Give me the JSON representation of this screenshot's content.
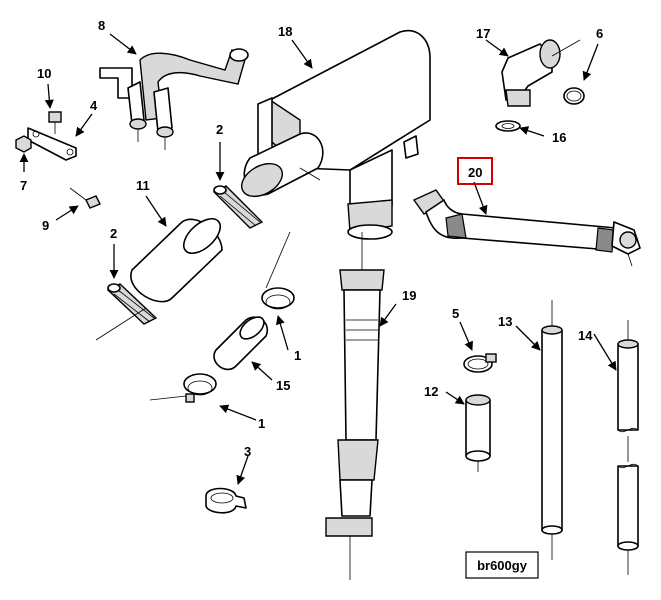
{
  "diagram": {
    "callouts": {
      "c1a": "1",
      "c1b": "1",
      "c2a": "2",
      "c2b": "2",
      "c3": "3",
      "c4": "4",
      "c5": "5",
      "c6": "6",
      "c7": "7",
      "c8": "8",
      "c9": "9",
      "c10": "10",
      "c11": "11",
      "c12": "12",
      "c13": "13",
      "c14": "14",
      "c15": "15",
      "c16": "16",
      "c17": "17",
      "c18": "18",
      "c19": "19",
      "c20": "20"
    },
    "highlighted_callout": "20",
    "highlight_color": "#d40000",
    "reference_code": "br600gy"
  }
}
